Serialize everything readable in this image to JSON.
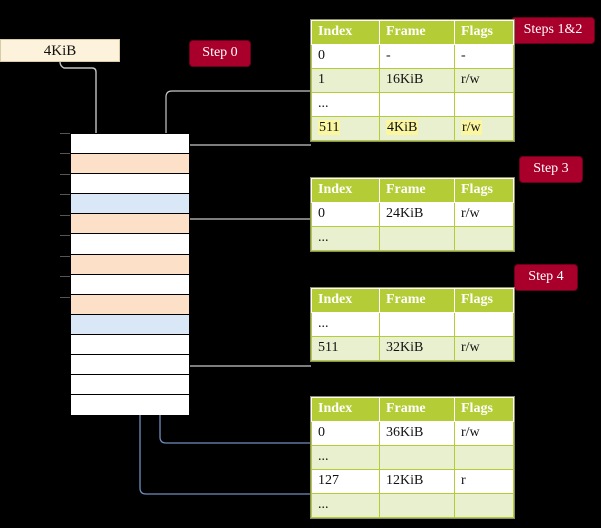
{
  "title": "Multi-level page table walk diagram",
  "source_box": {
    "label": "4KiB"
  },
  "steps": [
    {
      "id": "step0",
      "label": "Step 0"
    },
    {
      "id": "step12",
      "label": "Steps 1&2"
    },
    {
      "id": "step3",
      "label": "Step 3"
    },
    {
      "id": "step4",
      "label": "Step 4"
    }
  ],
  "colors": {
    "pill_bg": "#a8002b",
    "pill_text": "#ffffff",
    "table_header_bg": "#b4cc36",
    "table_alt_row_bg": "#e9f0cf",
    "highlight_bg": "#fbf6a0",
    "source_box_bg": "#fdf3dc",
    "frame_orange": "#fde0c8",
    "frame_blue": "#d9e7f7",
    "frame_white": "#ffffff",
    "arrow_grey": "#c8c8c8",
    "arrow_blue": "#5b7fb5",
    "background": "#000000"
  },
  "memory_bar": {
    "name": "physical-memory-bar",
    "rows": [
      {
        "fill": "white"
      },
      {
        "fill": "orange"
      },
      {
        "fill": "white"
      },
      {
        "fill": "blue"
      },
      {
        "fill": "orange"
      },
      {
        "fill": "white"
      },
      {
        "fill": "orange"
      },
      {
        "fill": "white"
      },
      {
        "fill": "orange"
      },
      {
        "fill": "blue"
      },
      {
        "fill": "white"
      },
      {
        "fill": "white"
      },
      {
        "fill": "white"
      },
      {
        "fill": "white"
      }
    ]
  },
  "tables": [
    {
      "name": "page-table-level-4",
      "step_ref": "Steps 1&2",
      "headers": [
        "Index",
        "Frame",
        "Flags"
      ],
      "rows": [
        {
          "cells": [
            "0",
            "-",
            "-"
          ],
          "alt": false,
          "highlight": false
        },
        {
          "cells": [
            "1",
            "16KiB",
            "r/w"
          ],
          "alt": true,
          "highlight": false
        },
        {
          "cells": [
            "...",
            "",
            ""
          ],
          "alt": false,
          "highlight": false
        },
        {
          "cells": [
            "511",
            "4KiB",
            "r/w"
          ],
          "alt": true,
          "highlight": true
        }
      ]
    },
    {
      "name": "page-table-level-3",
      "step_ref": "Step 3",
      "headers": [
        "Index",
        "Frame",
        "Flags"
      ],
      "rows": [
        {
          "cells": [
            "0",
            "24KiB",
            "r/w"
          ],
          "alt": false,
          "highlight": false
        },
        {
          "cells": [
            "...",
            "",
            ""
          ],
          "alt": true,
          "highlight": false
        }
      ]
    },
    {
      "name": "page-table-level-2",
      "step_ref": "Step 4",
      "headers": [
        "Index",
        "Frame",
        "Flags"
      ],
      "rows": [
        {
          "cells": [
            "...",
            "",
            ""
          ],
          "alt": false,
          "highlight": false
        },
        {
          "cells": [
            "511",
            "32KiB",
            "r/w"
          ],
          "alt": true,
          "highlight": false
        }
      ]
    },
    {
      "name": "page-table-level-1",
      "step_ref": "",
      "headers": [
        "Index",
        "Frame",
        "Flags"
      ],
      "rows": [
        {
          "cells": [
            "0",
            "36KiB",
            "r/w"
          ],
          "alt": false,
          "highlight": false
        },
        {
          "cells": [
            "...",
            "",
            ""
          ],
          "alt": true,
          "highlight": false
        },
        {
          "cells": [
            "127",
            "12KiB",
            "r"
          ],
          "alt": false,
          "highlight": false
        },
        {
          "cells": [
            "...",
            "",
            ""
          ],
          "alt": true,
          "highlight": false
        }
      ]
    }
  ]
}
